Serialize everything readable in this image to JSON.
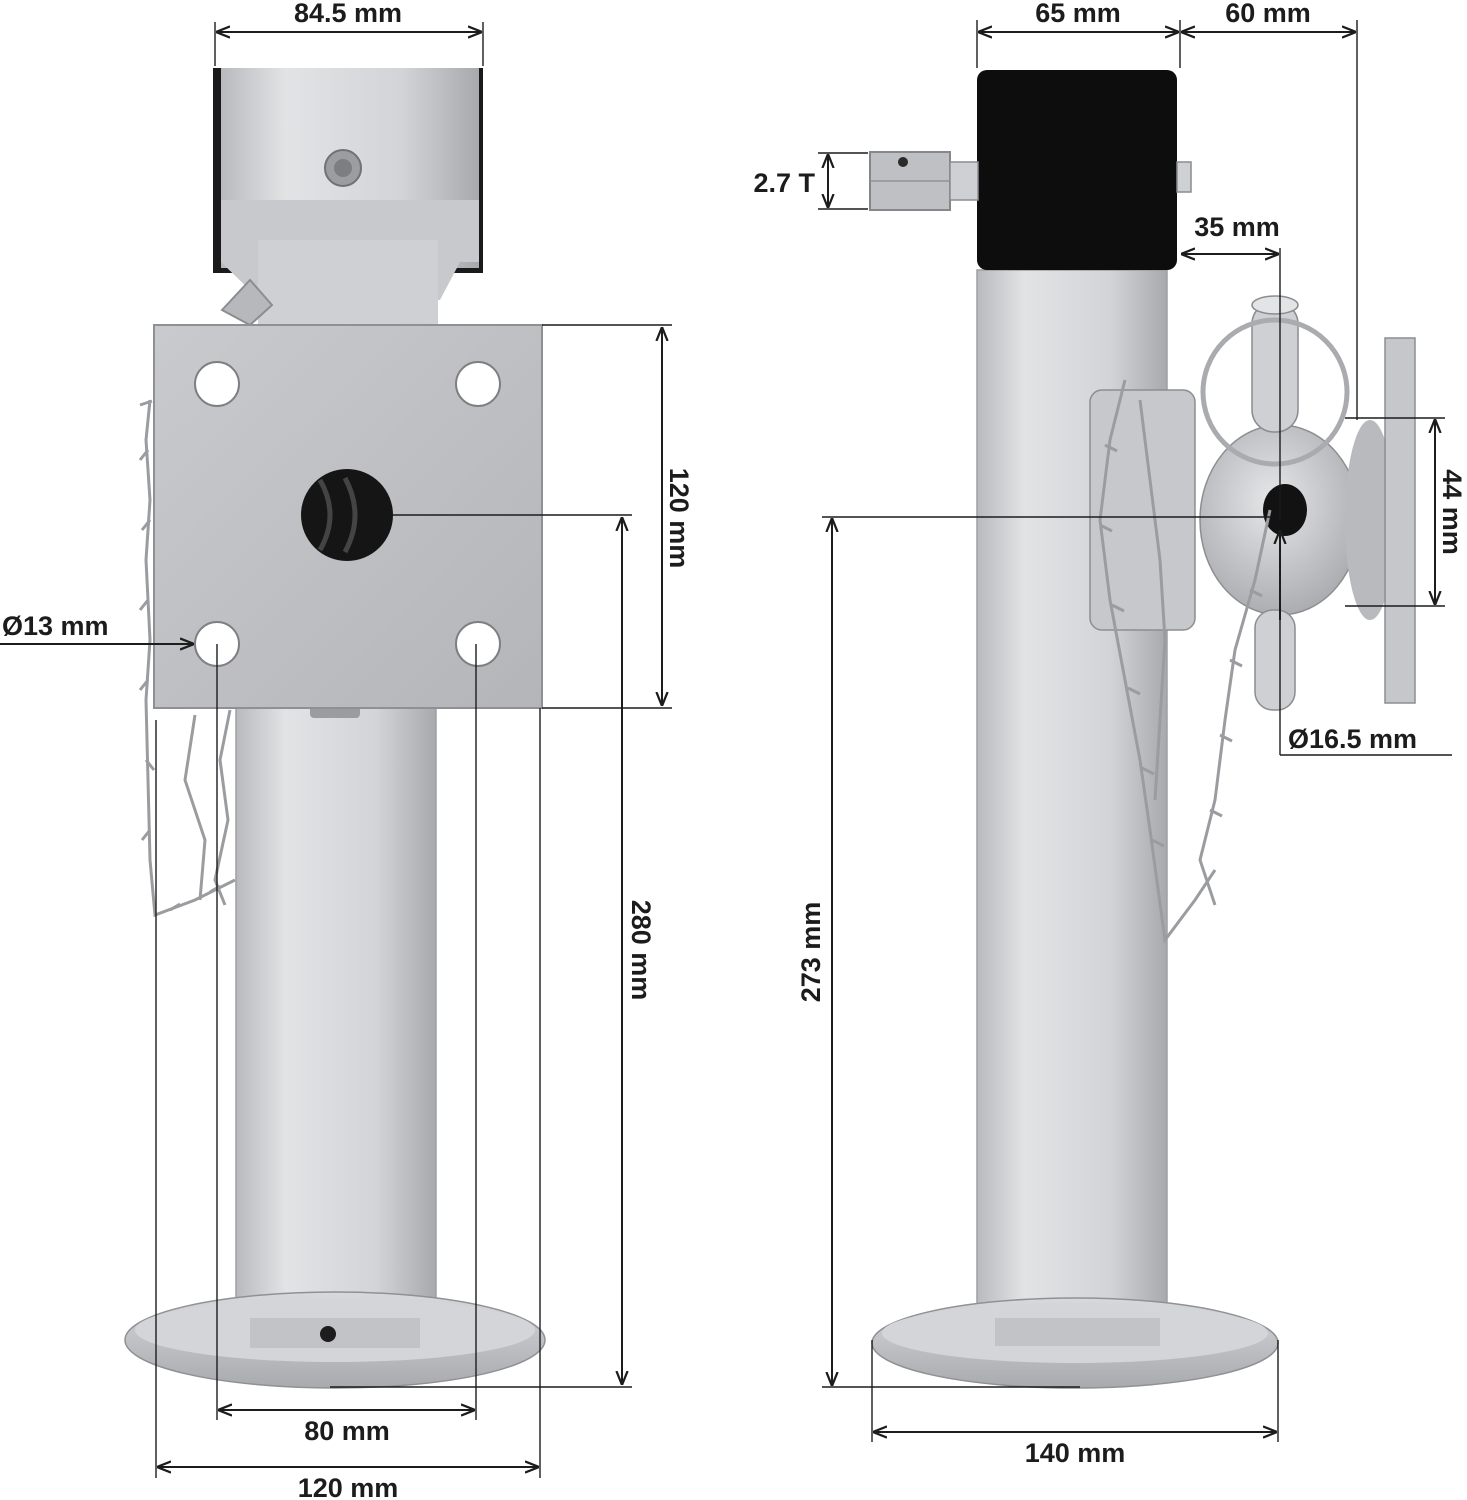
{
  "colors": {
    "steel_light": "#d9dadc",
    "steel_mid": "#bdbec1",
    "steel_dark": "#8e9094",
    "cap_black": "#0d0d0d",
    "line": "#1c1c1c",
    "background": "#ffffff"
  },
  "front_view": {
    "dimensions": {
      "top_width": "84.5 mm",
      "plate_height": "120 mm",
      "total_height": "280 mm",
      "hole_diameter": "Ø13 mm",
      "hole_spacing": "80 mm",
      "plate_width": "120 mm"
    }
  },
  "side_view": {
    "dimensions": {
      "cap_width": "65 mm",
      "offset_width": "60 mm",
      "load_capacity": "2.7 T",
      "clearance": "35 mm",
      "flange_height": "44 mm",
      "pin_diameter": "Ø16.5 mm",
      "base_height": "273 mm",
      "foot_diameter": "140 mm"
    }
  }
}
